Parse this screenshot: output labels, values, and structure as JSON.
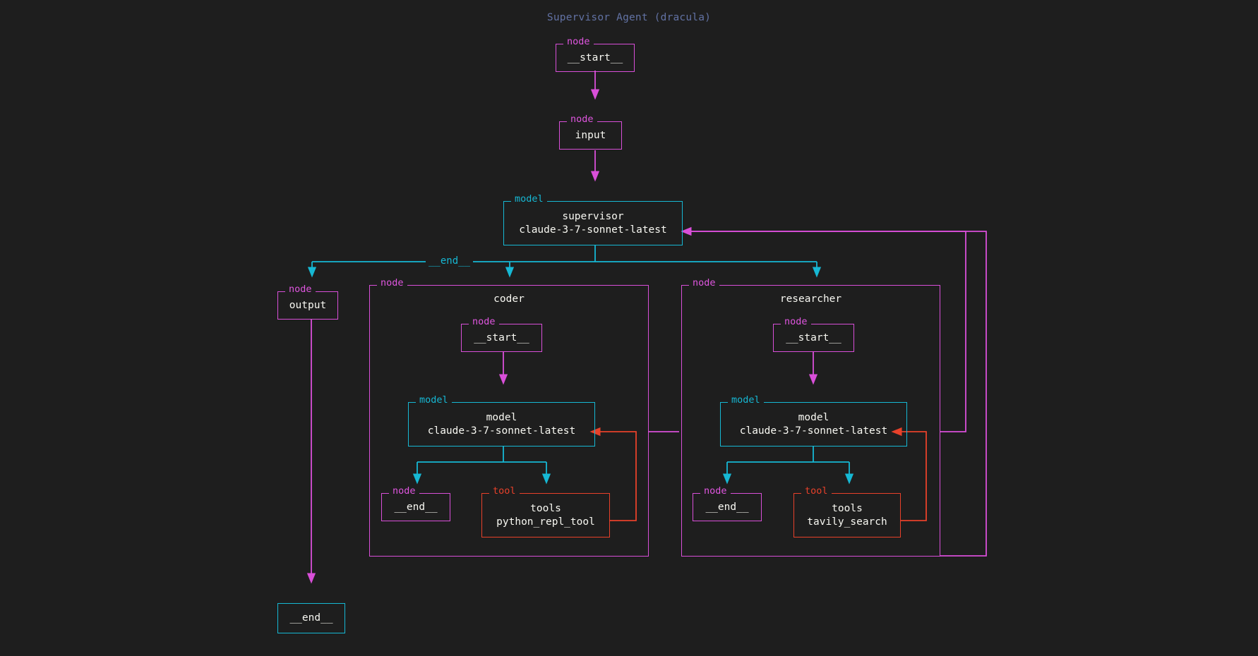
{
  "title": "Supervisor Agent (dracula)",
  "theme": {
    "background": "#1e1e1e",
    "title_color": "#6272a4",
    "node_color": "#d94fd9",
    "node_legend_color": "#e056e0",
    "model_color": "#16b8d4",
    "tool_color": "#e8412a",
    "text_color": "#f8f8f2"
  },
  "legends": {
    "node": "node",
    "model": "model",
    "tool": "tool"
  },
  "nodes": {
    "start": {
      "legend": "node",
      "label": "__start__"
    },
    "input": {
      "legend": "node",
      "label": "input"
    },
    "supervisor": {
      "legend": "model",
      "label": "supervisor",
      "model": "claude-3-7-sonnet-latest"
    },
    "output": {
      "legend": "node",
      "label": "output"
    },
    "end_terminal": {
      "label": "__end__"
    },
    "coder": {
      "legend": "node",
      "title": "coder",
      "start": {
        "legend": "node",
        "label": "__start__"
      },
      "model": {
        "legend": "model",
        "label": "model",
        "model": "claude-3-7-sonnet-latest"
      },
      "end": {
        "legend": "node",
        "label": "__end__"
      },
      "tools": {
        "legend": "tool",
        "label": "tools",
        "tool": "python_repl_tool"
      }
    },
    "researcher": {
      "legend": "node",
      "title": "researcher",
      "start": {
        "legend": "node",
        "label": "__start__"
      },
      "model": {
        "legend": "model",
        "label": "model",
        "model": "claude-3-7-sonnet-latest"
      },
      "end": {
        "legend": "node",
        "label": "__end__"
      },
      "tools": {
        "legend": "tool",
        "label": "tools",
        "tool": "tavily_search"
      }
    }
  },
  "edges": {
    "supervisor_end_label": "__end__"
  }
}
